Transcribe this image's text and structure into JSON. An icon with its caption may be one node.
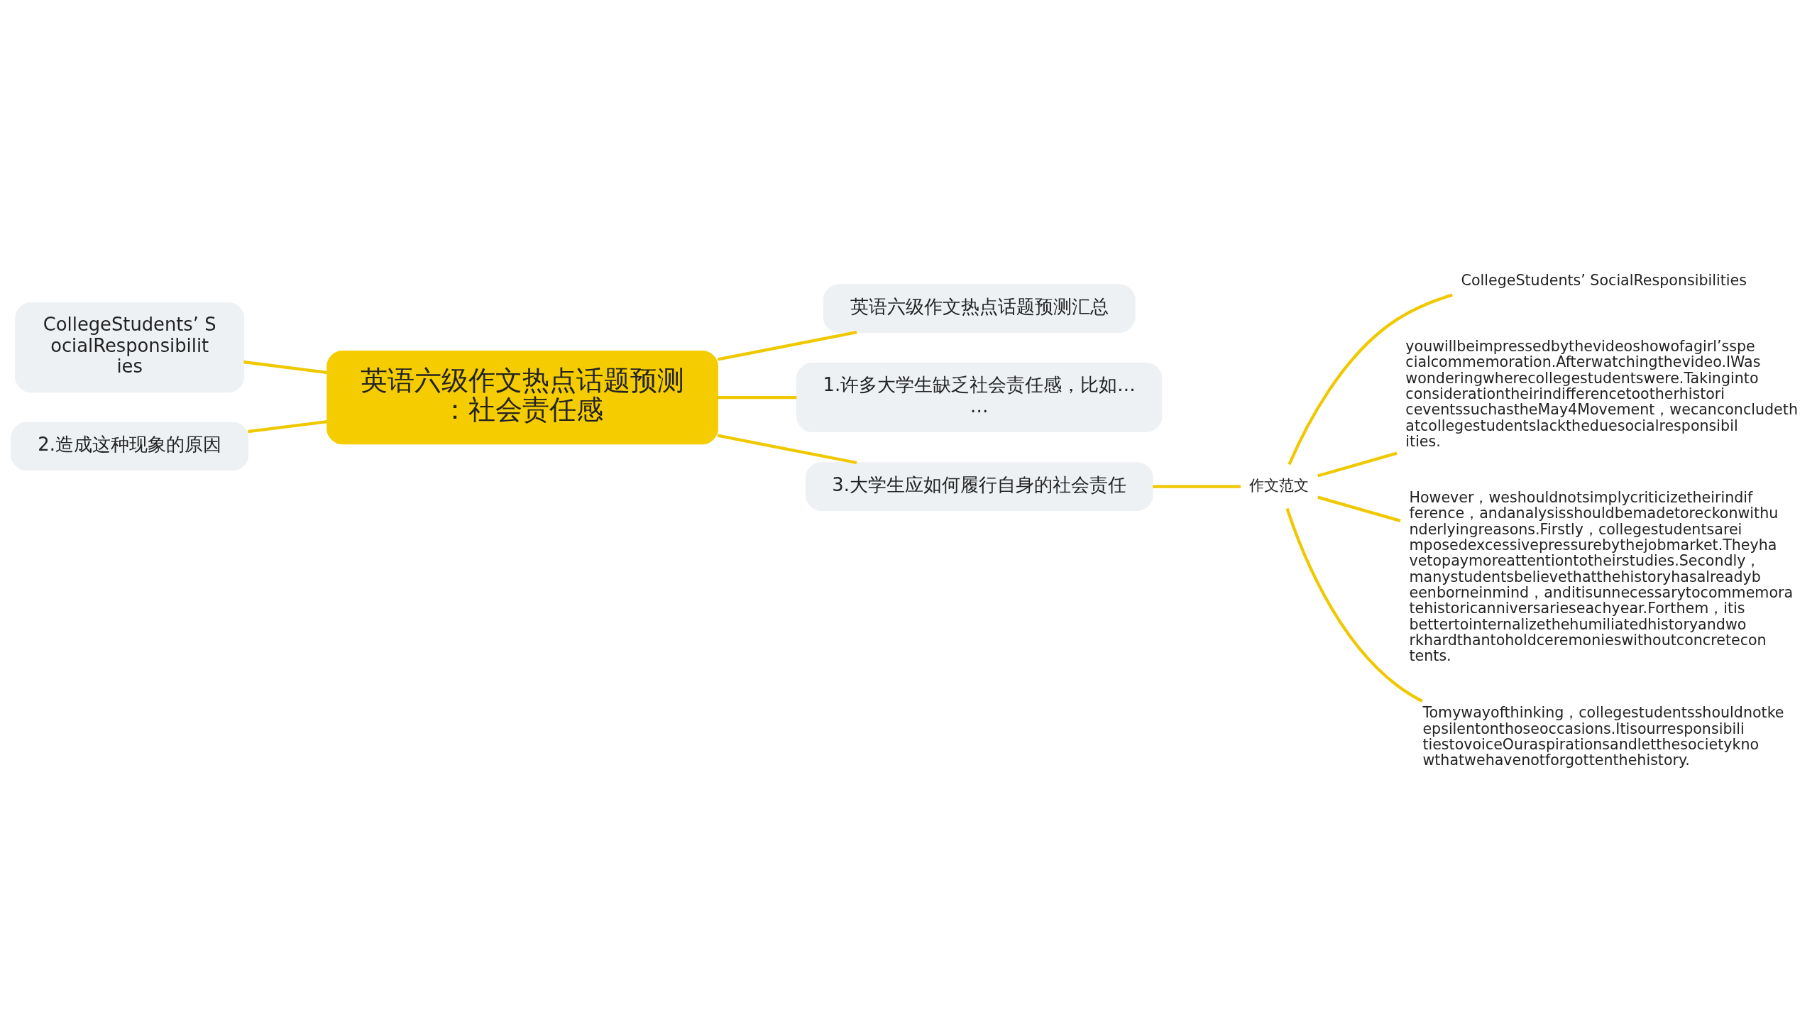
{
  "diagram": {
    "nodes": [
      {
        "text": [
          "英语六级作文热点话题预测：社会责任感"
        ]
      },
      {
        "text": [
          "英语六级作文热点话题预测汇总"
        ]
      },
      {
        "text": [
          "1.许多大学生缺乏社会责任感，比如……"
        ]
      },
      {
        "text": [
          "CollegeStudents’ SocialResponsibilities"
        ]
      },
      {
        "text": [
          "2.造成这种现象的原因"
        ]
      },
      {
        "text": [
          "3.大学生应如何履行自身的社会责任"
        ]
      },
      {
        "text": [
          "作文范文"
        ]
      },
      {
        "text": [
          "CollegeStudents’ SocialResponsibilities"
        ]
      },
      {
        "text": [
          "youwillbeimpressedbythevideoshowofagirl’sspecialcommemoration.Afterwatchingthevideo.IWaswonderingwherecollegestudentswere.TakingintoconsiderationtheirindifferencetootherhistoriceventssuchastheMay4Movement，wecanconcludethatcollegestudentslacktheduesocialresponsibilities."
        ]
      },
      {
        "text": [
          "However，weshouldnotsimplycriticizetheirindifference，andanalysisshouldbemadetoreckonwithunderlyingreasons.Firstly，collegestudentsareimposedexcessivepressurebythejobmarket.Theyhavetopaymoreattentiontotheirstudies.Secondly，manystudentsbelievethatthehistoryhasalreadybeenborneinmind，anditisunnecessarytocommemoratehistoricanniversarieseachyear.Forthem，itisbettertointernalizethehumiliatedhistoryandworkhardthantoholdceremonieswithoutconcretecontents."
        ]
      },
      {
        "text": [
          "Tomywayofthinking，collegestudentsshouldnotkeepsilentonthoseoccasions.ItisourresponsibilitiestovoiceOuraspirationsandletthesocietyknowthatwehavenotforgottenthehistory."
        ]
      }
    ],
    "edges": [
      {
        "from": 0,
        "to": 1,
        "arrow": "none"
      },
      {
        "from": 0,
        "to": 2,
        "arrow": "none"
      },
      {
        "from": 0,
        "to": 3,
        "arrow": "none"
      },
      {
        "from": 0,
        "to": 4,
        "arrow": "none"
      },
      {
        "from": 0,
        "to": 5,
        "arrow": "none"
      },
      {
        "from": 5,
        "to": 6,
        "arrow": "none"
      },
      {
        "from": 6,
        "to": 7,
        "arrow": "none"
      },
      {
        "from": 6,
        "to": 8,
        "arrow": "none"
      },
      {
        "from": 6,
        "to": 9,
        "arrow": "none"
      },
      {
        "from": 6,
        "to": 10,
        "arrow": "none"
      }
    ]
  }
}
